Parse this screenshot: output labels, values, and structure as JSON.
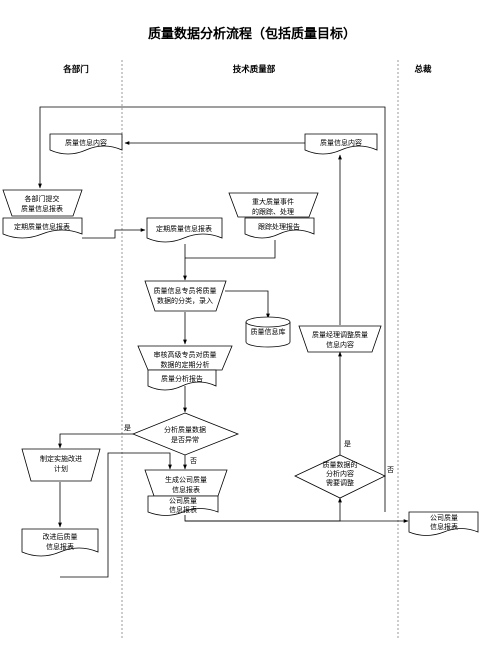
{
  "title": "质量数据分析流程（包括质量目标）",
  "lanes": [
    "各部门",
    "技术质量部",
    "总裁"
  ],
  "nodes": {
    "info_content_left": "质量信息内容",
    "info_content_right": "质量信息内容",
    "dept_submit": [
      "各部门提交",
      "质量信息报表"
    ],
    "periodic_report_left": "定期质量信息报表",
    "periodic_report_mid": "定期质量信息报表",
    "major_event": [
      "重大质量事件",
      "的跟踪、处理"
    ],
    "tracking_report": "跟踪处理报告",
    "classify": [
      "质量信息专员将质量",
      "数据的分类，录入"
    ],
    "database": "质量信息库",
    "review": [
      "审核高级专员对质量",
      "数据的定期分析"
    ],
    "analysis_report": "质量分析报告",
    "decision_abnormal": [
      "分析质量数据",
      "是否异常"
    ],
    "improve_plan": [
      "制定实施改进",
      "计划"
    ],
    "improved_report": [
      "改进后质量",
      "信息报表"
    ],
    "generate_report": [
      "生成公司质量",
      "信息报表"
    ],
    "company_report_mid": [
      "公司质量",
      "信息报表"
    ],
    "manager_adjust": [
      "质量经理调整质量",
      "信息内容"
    ],
    "decision_adjust": [
      "质量数据的",
      "分析内容",
      "需要调整"
    ],
    "company_report_right": [
      "公司质量",
      "信息报表"
    ]
  },
  "labels": {
    "yes_left": "是",
    "no_mid": "否",
    "yes_right": "是",
    "no_right": "否"
  }
}
